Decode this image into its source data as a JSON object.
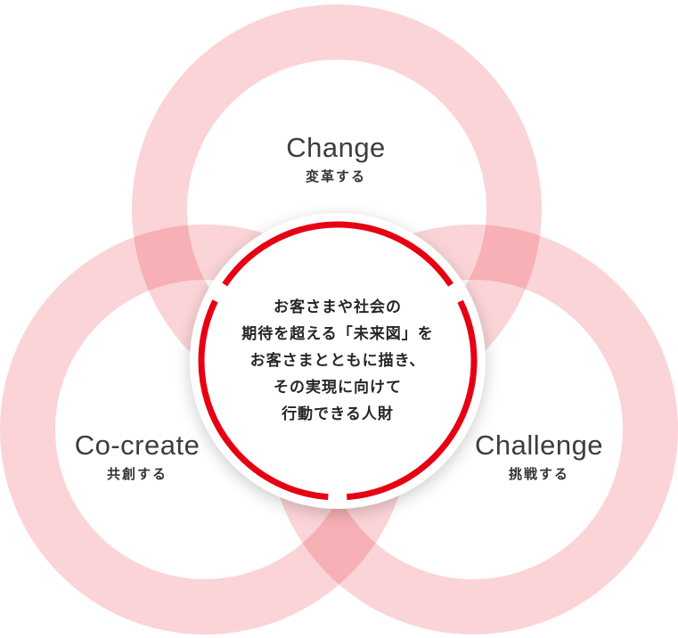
{
  "diagram": {
    "title": "three-c-people-vision-diagram",
    "colors": {
      "brand_red": "#e60012",
      "pink_ring": "#fbd5d9",
      "pink_overlap": "#f8b2ba",
      "heading_text": "#3d3d3d",
      "subtitle_text": "#333333",
      "center_text": "#262626",
      "background": "#ffffff"
    },
    "circles": [
      {
        "id": "change",
        "en": "Change",
        "ja": "変革する"
      },
      {
        "id": "co-create",
        "en": "Co-create",
        "ja": "共創する"
      },
      {
        "id": "challenge",
        "en": "Challenge",
        "ja": "挑戦する"
      }
    ],
    "center": {
      "lines": [
        "お客さまや社会の",
        "期待を超える「未来図」を",
        "お客さまとともに描き、",
        "その実現に向けて",
        "行動できる人財"
      ]
    }
  }
}
